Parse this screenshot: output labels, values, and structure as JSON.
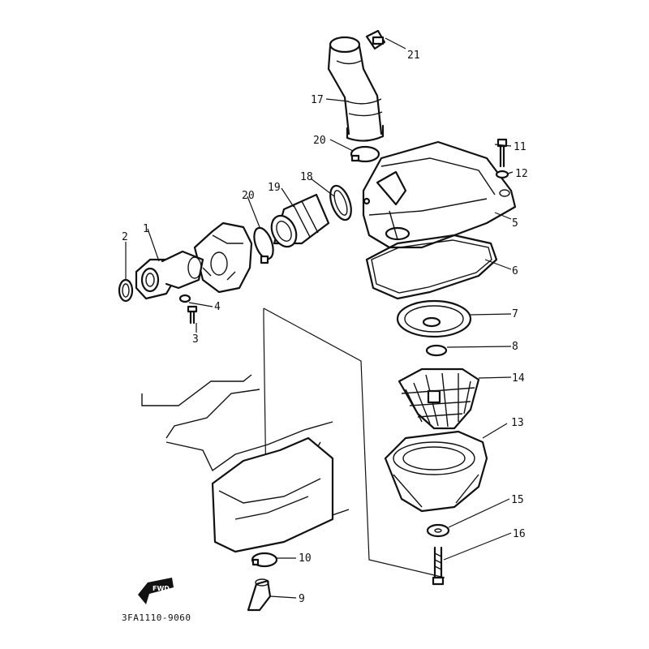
{
  "diagram": {
    "drawing_code": "3FA1110-9060",
    "fwd_label": "FWD",
    "callouts": [
      {
        "id": "c1",
        "label": "1"
      },
      {
        "id": "c2",
        "label": "2"
      },
      {
        "id": "c3",
        "label": "3"
      },
      {
        "id": "c4",
        "label": "4"
      },
      {
        "id": "c5",
        "label": "5"
      },
      {
        "id": "c6",
        "label": "6"
      },
      {
        "id": "c7",
        "label": "7"
      },
      {
        "id": "c8",
        "label": "8"
      },
      {
        "id": "c9",
        "label": "9"
      },
      {
        "id": "c10",
        "label": "10"
      },
      {
        "id": "c11",
        "label": "11"
      },
      {
        "id": "c12",
        "label": "12"
      },
      {
        "id": "c13",
        "label": "13"
      },
      {
        "id": "c14",
        "label": "14"
      },
      {
        "id": "c15",
        "label": "15"
      },
      {
        "id": "c16",
        "label": "16"
      },
      {
        "id": "c17",
        "label": "17"
      },
      {
        "id": "c18",
        "label": "18"
      },
      {
        "id": "c19",
        "label": "19"
      },
      {
        "id": "c20a",
        "label": "20"
      },
      {
        "id": "c20b",
        "label": "20"
      },
      {
        "id": "c21",
        "label": "21"
      }
    ]
  }
}
